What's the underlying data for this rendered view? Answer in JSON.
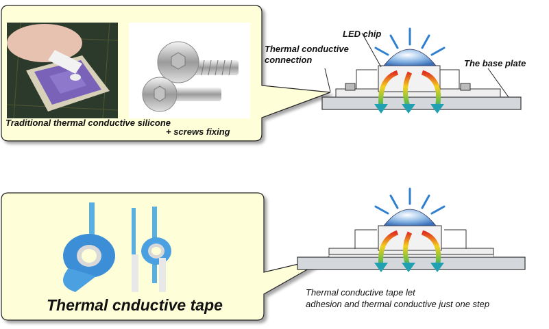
{
  "top": {
    "caption_line1": "Traditional thermal conductive silicone",
    "caption_line2": "+ screws fixing",
    "label_led_chip": "LED chip",
    "label_connection_line1": "Thermal conductive",
    "label_connection_line2": "connection",
    "label_base_plate": "The base plate",
    "photo_left_icon": "thermal-paste-photo",
    "photo_right_icon": "screws-photo"
  },
  "bottom": {
    "title": "Thermal cnductive tape",
    "desc_line1": "Thermal conductive tape let",
    "desc_line2": "adhesion and thermal conductive just one step",
    "photo_icon": "tape-rolls-photo"
  },
  "colors": {
    "callout_fill": "#fefed8",
    "callout_stroke": "#222222",
    "plate": "#cfd2d6",
    "dome": "#5a90d0",
    "ray": "#2f7fd0",
    "arrow_teal": "#1aa0b0"
  }
}
